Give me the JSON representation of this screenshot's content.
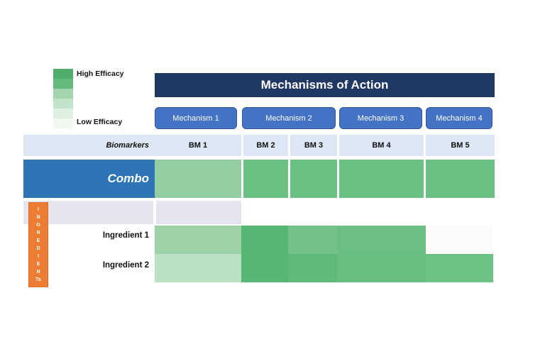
{
  "legend": {
    "high_label": "High Efficacy",
    "low_label": "Low Efficacy",
    "swatches": [
      {
        "color": "#4FAE6E"
      },
      {
        "color": "#62BB7D"
      },
      {
        "color": "#A4D5AE"
      },
      {
        "color": "#C2E2C9"
      },
      {
        "color": "#DEF0E2"
      },
      {
        "color": "#F1F8F2"
      }
    ]
  },
  "header": {
    "title": "Mechanisms of Action"
  },
  "mechanisms": [
    {
      "label": "Mechanism 1"
    },
    {
      "label": "Mechanism 2"
    },
    {
      "label": "Mechanism 3"
    },
    {
      "label": "Mechanism 4"
    }
  ],
  "biomarkers": {
    "label": "Biomarkers",
    "columns": [
      {
        "label": "BM 1"
      },
      {
        "label": "BM 2"
      },
      {
        "label": "BM 3"
      },
      {
        "label": "BM 4"
      },
      {
        "label": "BM 5"
      }
    ]
  },
  "ingredients_band": {
    "vertical_label": "I\nN\nG\nR\nE\nD\nI\nE\nN\nTs"
  },
  "heatmap": {
    "combo": {
      "label": "Combo",
      "cells": [
        {
          "bm": "BM 1",
          "color": "#92CEA1"
        },
        {
          "bm": "BM 2",
          "color": "#6BC183"
        },
        {
          "bm": "BM 3",
          "color": "#6BC183"
        },
        {
          "bm": "BM 4",
          "color": "#6BC183"
        },
        {
          "bm": "BM 5",
          "color": "#6BC183"
        }
      ]
    },
    "empty_row": {
      "color": "#E4E5EF"
    },
    "ingredient1": {
      "label": "Ingredient 1",
      "cells": [
        {
          "bm": "BM 1",
          "color": "#9DD1A8"
        },
        {
          "bm": "BM 2",
          "color": "#58B674"
        },
        {
          "bm": "BM 3",
          "color": "#72C289"
        },
        {
          "bm": "BM 4",
          "color": "#6CBF84"
        },
        {
          "bm": "BM 5",
          "color": "#FAFBFD"
        }
      ]
    },
    "ingredient2": {
      "label": "Ingredient 2",
      "cells": [
        {
          "bm": "BM 1",
          "color": "#BCE0C4"
        },
        {
          "bm": "BM 2",
          "color": "#58B674"
        },
        {
          "bm": "BM 3",
          "color": "#5FB979"
        },
        {
          "bm": "BM 4",
          "color": "#68BD80"
        },
        {
          "bm": "BM 5",
          "color": "#6DC285"
        }
      ]
    }
  },
  "colors": {
    "banner_navy": "#1F3864",
    "button_blue": "#4472C4",
    "header_row": "#DDE7F3",
    "combo_blue": "#2E75B6",
    "ingredients_orange": "#EC7D33"
  },
  "chart_data": {
    "type": "heatmap",
    "title": "Mechanisms of Action",
    "columns": [
      "BM 1",
      "BM 2",
      "BM 3",
      "BM 4",
      "BM 5"
    ],
    "column_groups": [
      {
        "mechanism": "Mechanism 1",
        "biomarkers": [
          "BM 1"
        ]
      },
      {
        "mechanism": "Mechanism 2",
        "biomarkers": [
          "BM 2",
          "BM 3"
        ]
      },
      {
        "mechanism": "Mechanism 3",
        "biomarkers": [
          "BM 4"
        ]
      },
      {
        "mechanism": "Mechanism 4",
        "biomarkers": [
          "BM 5"
        ]
      }
    ],
    "rows": [
      "Combo",
      "Ingredient 1",
      "Ingredient 2"
    ],
    "series": [
      {
        "name": "Combo",
        "efficacy_estimates": [
          0.55,
          0.72,
          0.72,
          0.72,
          0.72
        ]
      },
      {
        "name": "Ingredient 1",
        "efficacy_estimates": [
          0.5,
          0.8,
          0.62,
          0.68,
          0.02
        ]
      },
      {
        "name": "Ingredient 2",
        "efficacy_estimates": [
          0.33,
          0.8,
          0.75,
          0.7,
          0.68
        ]
      }
    ],
    "scale": {
      "high": "High Efficacy",
      "low": "Low Efficacy"
    },
    "legend_position": "top-left",
    "row_axis_label": "INGREDIENTS",
    "column_axis_label": "Biomarkers"
  }
}
